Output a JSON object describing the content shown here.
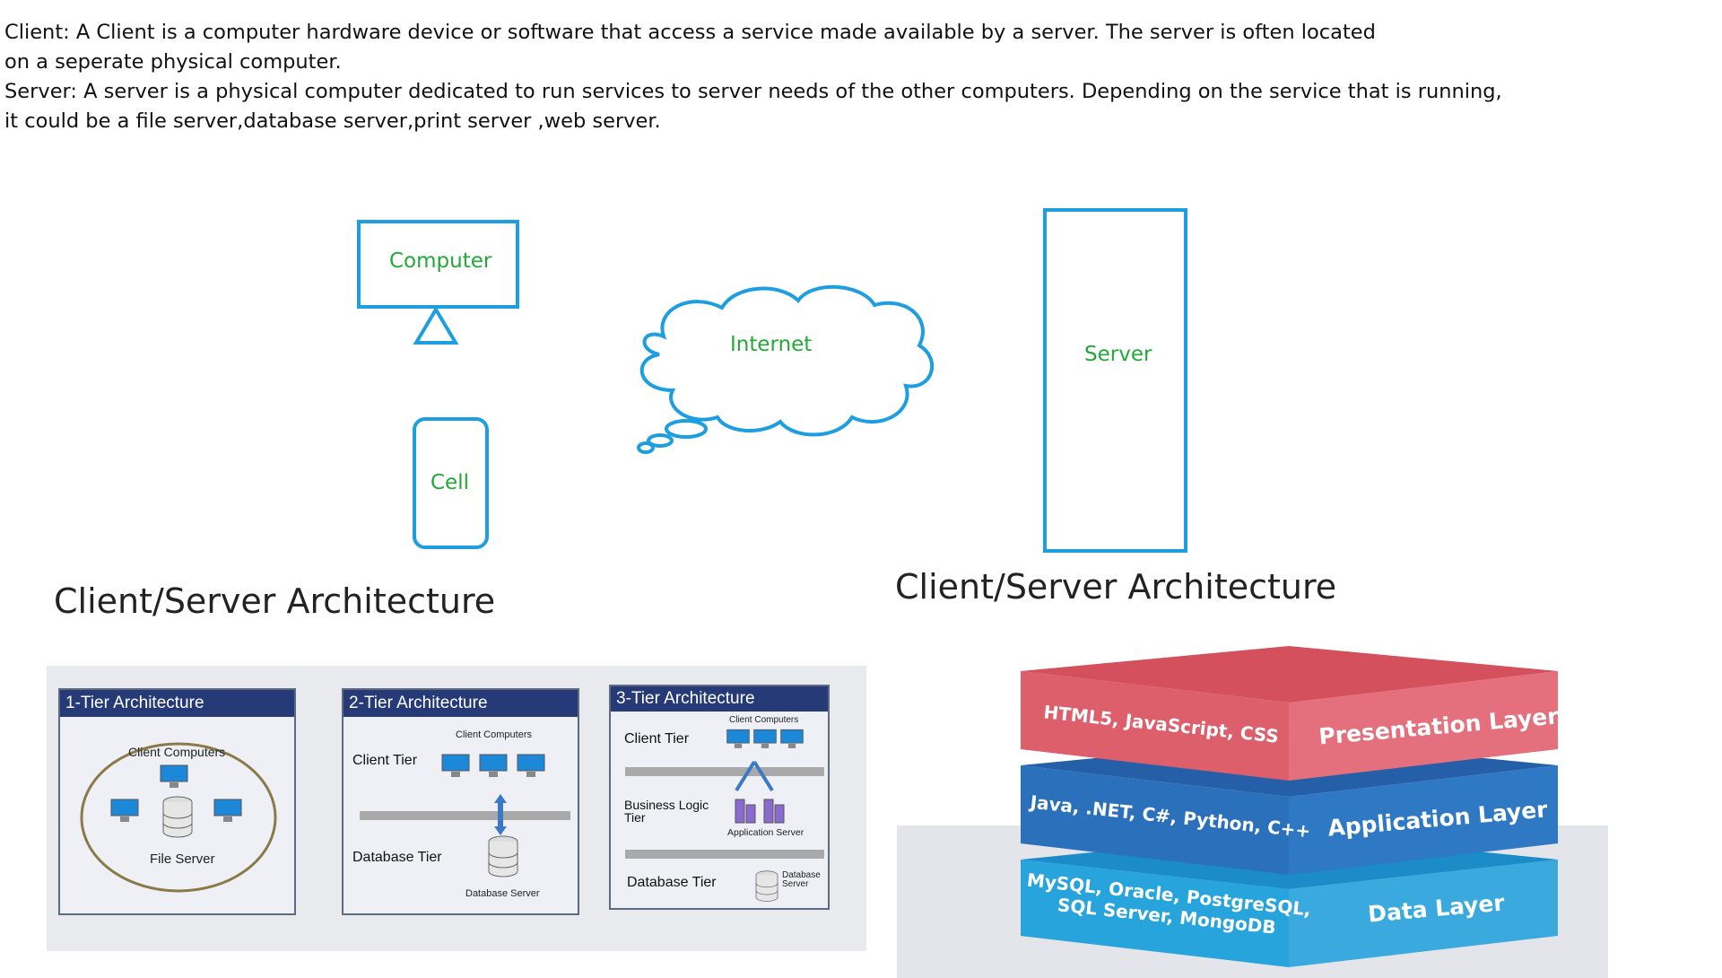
{
  "intro": {
    "client_line1": "Client: A Client is a computer hardware device or software that access a service made available by a server. The server is often located",
    "client_line2": "on a seperate physical computer.",
    "server_line1": "Server: A server is a physical computer dedicated to run services to server needs of the other computers. Depending on the service that is running,",
    "server_line2": "it could be a file server,database server,print server ,web server."
  },
  "diagram": {
    "computer": "Computer",
    "cell": "Cell",
    "internet": "Internet",
    "server": "Server"
  },
  "headings": {
    "left": "Client/Server Architecture",
    "right": "Client/Server Architecture"
  },
  "tiers": {
    "one": {
      "title": "1-Tier Architecture",
      "client_computers": "Client Computers",
      "file_server": "File Server"
    },
    "two": {
      "title": "2-Tier Architecture",
      "client_computers": "Client Computers",
      "client_tier": "Client Tier",
      "database_tier": "Database Tier",
      "database_server": "Database Server"
    },
    "three": {
      "title": "3-Tier Architecture",
      "client_computers": "Client Computers",
      "client_tier": "Client Tier",
      "business_logic_1": "Business Logic",
      "business_logic_2": "Tier",
      "application_server": "Application Server",
      "database_tier": "Database Tier",
      "database_server_1": "Database",
      "database_server_2": "Server"
    }
  },
  "layers": {
    "presentation_tech": "HTML5, JavaScript, CSS",
    "presentation_name": "Presentation Layer",
    "application_tech": "Java, .NET, C#, Python, C++",
    "application_name": "Application Layer",
    "data_tech_1": "MySQL, Oracle, PostgreSQL,",
    "data_tech_2": "SQL Server, MongoDB",
    "data_name": "Data Layer"
  },
  "colors": {
    "diagram_outline": "#1c9ee0",
    "diagram_text": "#22a838",
    "tier_header": "#263a78",
    "presentation": "#e0636f",
    "application": "#2c7bc4",
    "data": "#2aa3d8"
  }
}
